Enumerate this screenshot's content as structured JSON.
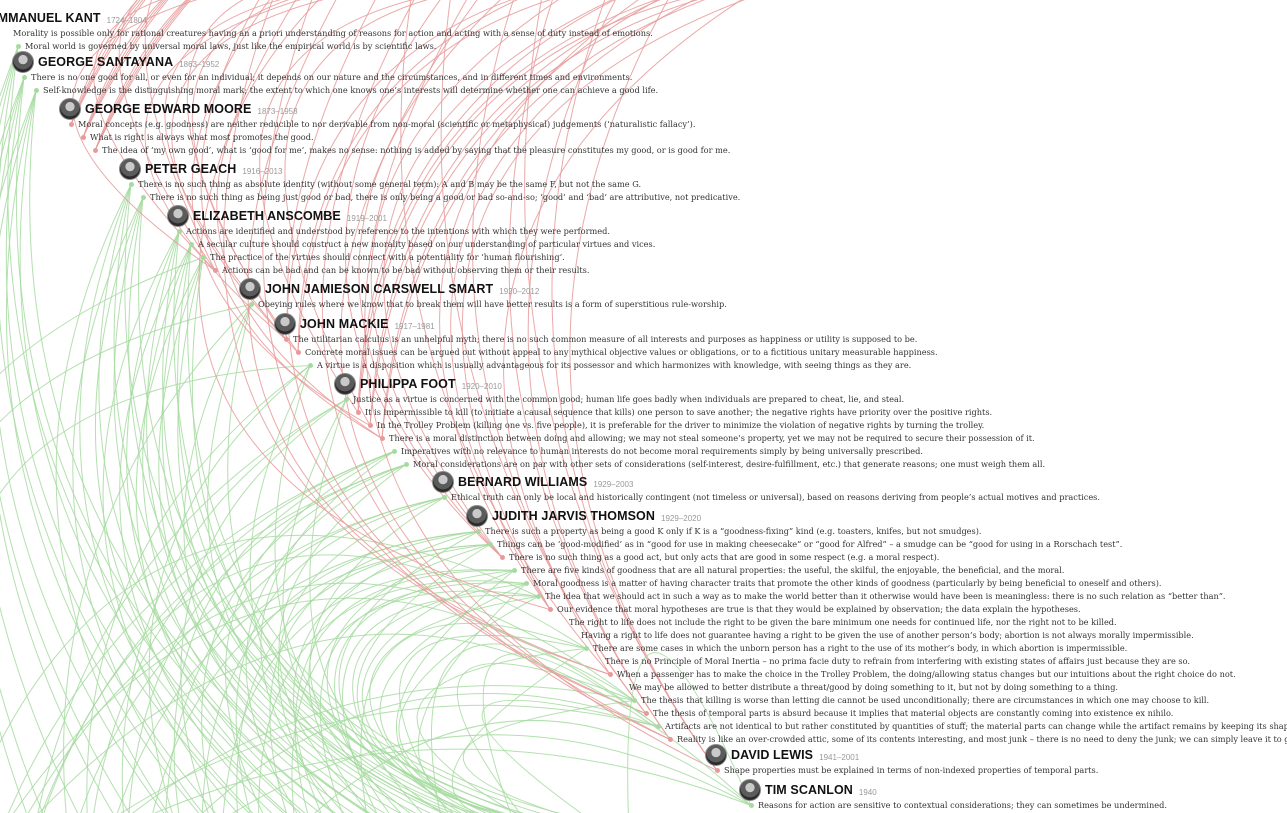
{
  "colors": {
    "agree": "#a6dba0",
    "disagree": "#e89a9a",
    "text": "#333333",
    "dates": "#999999"
  },
  "philosophers": [
    {
      "name": "IMMANUEL KANT",
      "dates": "1724–1804",
      "icon": "portrait-icon",
      "claims": [
        {
          "text": "Morality is possible only for rational creatures having an a priori understanding of reasons for action and acting with a sense of duty instead of emotions.",
          "link": "none"
        },
        {
          "text": "Moral world is governed by universal moral laws, just like the empirical world is by scientific laws.",
          "link": "green"
        }
      ]
    },
    {
      "name": "GEORGE SANTAYANA",
      "dates": "1863–1952",
      "icon": "portrait-icon",
      "claims": [
        {
          "text": "There is no one good for all, or even for an individual; it depends on our nature and the circumstances, and in different times and environments.",
          "link": "green"
        },
        {
          "text": "Self-knowledge is the distinguishing moral mark; the extent to which one knows one’s interests will determine whether one can achieve a good life.",
          "link": "green"
        }
      ]
    },
    {
      "name": "GEORGE EDWARD MOORE",
      "dates": "1873–1958",
      "icon": "portrait-icon",
      "claims": [
        {
          "text": "Moral concepts (e.g. goodness) are neither reducible to nor derivable from non-moral (scientific or metaphysical) judgements (‘naturalistic fallacy’).",
          "link": "red"
        },
        {
          "text": "What is right is always what most promotes the good.",
          "link": "red"
        },
        {
          "text": "The idea of ‘my own good’, what is ‘good for me’, makes no sense: nothing is added by saying that the pleasure constitutes my good, or is good for me.",
          "link": "red"
        }
      ]
    },
    {
      "name": "PETER GEACH",
      "dates": "1916–2013",
      "icon": "portrait-icon",
      "claims": [
        {
          "text": "There is no such thing as absolute identity (without some general term): A and B may be the same F, but not the same G.",
          "link": "green"
        },
        {
          "text": "There is no such thing as being just good or bad, there is only being a good or bad so-and-so; ‘good’ and ‘bad’ are attributive, not predicative.",
          "link": "green"
        }
      ]
    },
    {
      "name": "ELIZABETH ANSCOMBE",
      "dates": "1919–2001",
      "icon": "portrait-icon",
      "claims": [
        {
          "text": "Actions are identified and understood by reference to the intentions with which they were performed.",
          "link": "green"
        },
        {
          "text": "A secular culture should construct a new morality based on our understanding of particular virtues and vices.",
          "link": "green"
        },
        {
          "text": "The practice of the virtues should connect with a potentiality for ‘human flourishing’.",
          "link": "green"
        },
        {
          "text": "Actions can be bad and can be known to be bad without observing them or their results.",
          "link": "red"
        }
      ]
    },
    {
      "name": "JOHN JAMIESON CARSWELL SMART",
      "dates": "1920–2012",
      "icon": "portrait-icon",
      "claims": [
        {
          "text": "Obeying rules where we know that to break them will have better results is a form of superstitious rule-worship.",
          "link": "green"
        }
      ]
    },
    {
      "name": "JOHN MACKIE",
      "dates": "1917–1981",
      "icon": "portrait-icon",
      "claims": [
        {
          "text": "The utilitarian calculus is an unhelpful myth; there is no such common measure of all interests and purposes as happiness or utility is supposed to be.",
          "link": "red"
        },
        {
          "text": "Concrete moral issues can be argued out without appeal to any mythical objective values or obligations, or to a fictitious unitary measurable happiness.",
          "link": "red"
        },
        {
          "text": "A virtue is a disposition which is usually advantageous for its possessor and which harmonizes with knowledge, with seeing things as they are.",
          "link": "green"
        }
      ]
    },
    {
      "name": "PHILIPPA FOOT",
      "dates": "1920–2010",
      "icon": "portrait-icon",
      "claims": [
        {
          "text": "Justice as a virtue is concerned with the common good; human life goes badly when individuals are prepared to cheat, lie, and steal.",
          "link": "green"
        },
        {
          "text": "It is impermissible to kill (to initiate a causal sequence that kills) one person to save another; the negative rights have priority over the positive rights.",
          "link": "red"
        },
        {
          "text": "In the Trolley Problem (killing one vs. five people), it is preferable for the driver to minimize the violation of negative rights by turning the trolley.",
          "link": "red"
        },
        {
          "text": "There is a moral distinction between doing and allowing; we may not steal someone’s property, yet we may not be required to secure their possession of it.",
          "link": "red"
        },
        {
          "text": "Imperatives with no relevance to human interests do not become moral requirements simply by being universally prescribed.",
          "link": "green"
        },
        {
          "text": "Moral considerations are on par with other sets of considerations (self-interest, desire-fulfillment, etc.) that generate reasons; one must weigh them all.",
          "link": "green"
        }
      ]
    },
    {
      "name": "BERNARD WILLIAMS",
      "dates": "1929–2003",
      "icon": "portrait-icon",
      "claims": [
        {
          "text": "Ethical truth can only be local and historically contingent (not timeless or universal), based on reasons deriving from people’s actual motives and practices.",
          "link": "green"
        }
      ]
    },
    {
      "name": "JUDITH JARVIS THOMSON",
      "dates": "1929–2020",
      "icon": "portrait-icon",
      "claims": [
        {
          "text": "There is such a property as being a good K only if K is a “goodness-fixing” kind (e.g. toasters, knifes, but not smudges).",
          "link": "green"
        },
        {
          "text": "Things can be ‘good-modified’ as in “good for use in making cheesecake” or “good for Alfred” – a smudge can be “good for using in a Rorschach test”.",
          "link": "green"
        },
        {
          "text": "There is no such thing as a good act, but only acts that are good in some respect (e.g. a moral respect).",
          "link": "red"
        },
        {
          "text": "There are five kinds of goodness that are all natural properties: the useful, the skilful, the enjoyable, the beneficial, and the moral.",
          "link": "green"
        },
        {
          "text": "Moral goodness is a matter of having character traits that promote the other kinds of goodness (particularly by being beneficial to oneself and others).",
          "link": "green"
        },
        {
          "text": "The idea that we should act in such a way as to make the world better than it otherwise would have been is meaningless: there is no such relation as “better than”.",
          "link": "green"
        },
        {
          "text": "Our evidence that moral hypotheses are true is that they would be explained by observation; the data explain the hypotheses.",
          "link": "red"
        },
        {
          "text": "The right to life does not include the right to be given the bare minimum one needs for continued life, nor the right not to be killed.",
          "link": "none"
        },
        {
          "text": "Having a right to life does not guarantee having a right to be given the use of another person’s body; abortion is not always morally impermissible.",
          "link": "none"
        },
        {
          "text": "There are some cases in which the unborn person has a right to the use of its mother’s body, in which abortion is impermissible.",
          "link": "green"
        },
        {
          "text": "There is no Principle of Moral Inertia – no prima facie duty to refrain from interfering with existing states of affairs just because they are so.",
          "link": "none"
        },
        {
          "text": "When a passenger has to make the choice in the Trolley Problem, the doing/allowing status changes but our intuitions about the right choice do not.",
          "link": "red"
        },
        {
          "text": "We may be allowed to better distribute a threat/good by doing something to it, but not by doing something to a thing.",
          "link": "none"
        },
        {
          "text": "The thesis that killing is worse than letting die cannot be used unconditionally; there are circumstances in which one may choose to kill.",
          "link": "green"
        },
        {
          "text": "The thesis of temporal parts is absurd because it implies that material objects are constantly coming into existence ex nihilo.",
          "link": "red"
        },
        {
          "text": "Artifacts are not identical to but rather constituted by quantities of stuff; the material parts can change while the artifact remains by keeping its shape.",
          "link": "green"
        },
        {
          "text": "Reality is like an over-crowded attic, some of its contents interesting, and most junk – there is no need to deny the junk; we can simply leave it to gather dust.",
          "link": "red"
        }
      ]
    },
    {
      "name": "DAVID LEWIS",
      "dates": "1941–2001",
      "icon": "portrait-icon",
      "claims": [
        {
          "text": "Shape properties must be explained in terms of non-indexed properties of temporal parts.",
          "link": "red"
        }
      ]
    },
    {
      "name": "TIM SCANLON",
      "dates": "1940",
      "icon": "portrait-icon",
      "claims": [
        {
          "text": "Reasons for action are sensitive to contextual considerations; they can sometimes be undermined.",
          "link": "green"
        }
      ]
    }
  ]
}
